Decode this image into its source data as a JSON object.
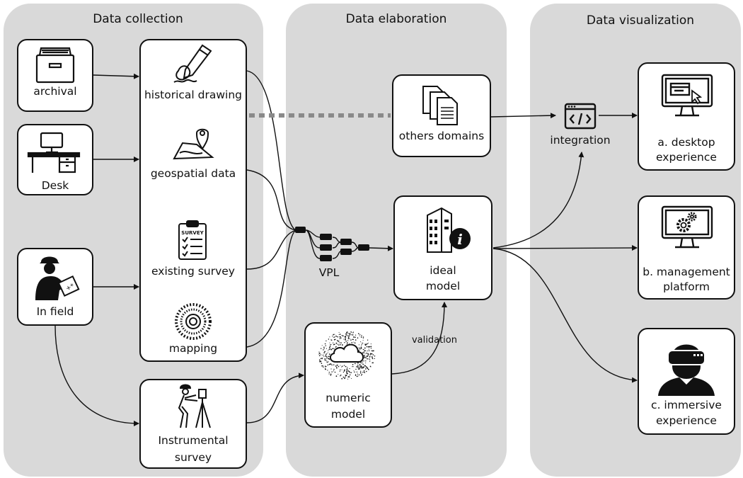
{
  "panels": {
    "collection": "Data collection",
    "elaboration": "Data elaboration",
    "visualization": "Data visualization"
  },
  "sources": {
    "archival": "archival",
    "desk": "Desk",
    "in_field": "In field"
  },
  "collection_items": {
    "historical_drawing": "historical drawing",
    "geospatial_data": "geospatial data",
    "existing_survey": "existing survey",
    "survey_badge": "SURVEY",
    "mapping": "mapping",
    "instrumental_survey": [
      "Instrumental",
      "survey"
    ]
  },
  "elaboration": {
    "others_domains": "others domains",
    "vpl": "VPL",
    "ideal_model": [
      "ideal",
      "model"
    ],
    "numeric_model": [
      "numeric",
      "model"
    ],
    "validation": "validation"
  },
  "visualization": {
    "integration": "integration",
    "desktop": [
      "a. desktop",
      "experience"
    ],
    "management": [
      "b. management",
      "platform"
    ],
    "immersive": [
      "c. immersive",
      "experience"
    ]
  }
}
